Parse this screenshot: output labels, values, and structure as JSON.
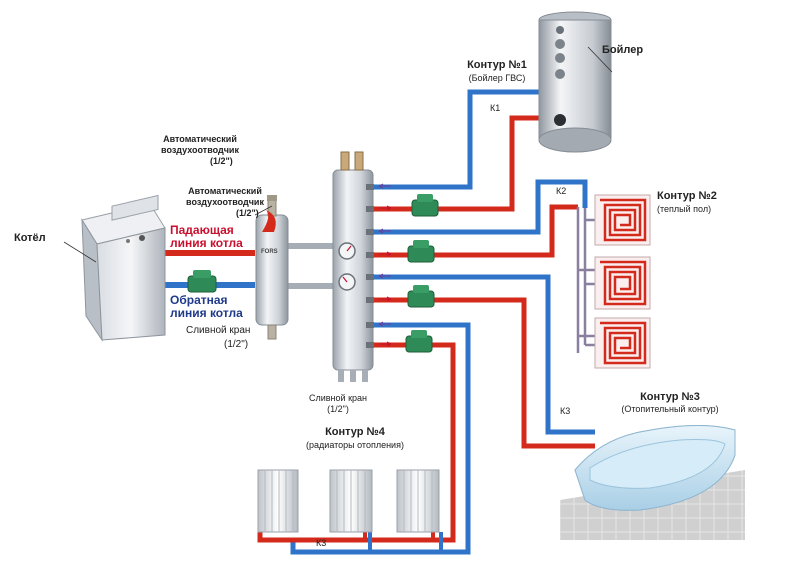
{
  "boiler_unit": {
    "name": "Котёл",
    "supply_line": [
      "Падающая",
      "линия котла"
    ],
    "return_line": [
      "Обратная",
      "линия котла"
    ]
  },
  "air_vents": {
    "top": [
      "Автоматический",
      "воздухоотводчик",
      "(1/2\")"
    ],
    "second": [
      "Автоматический",
      "воздухоотводчик",
      "(1/2\")"
    ]
  },
  "drain_valves": {
    "separator": [
      "Сливной кран",
      "(1/2\")"
    ],
    "manifold": [
      "Сливной кран",
      "(1/2\")"
    ]
  },
  "separator_brand": "FORS",
  "circuits": {
    "c1": {
      "title": "Контур №1",
      "subtitle": "(Бойлер ГВС)",
      "pipe_tag": "К1"
    },
    "tank": {
      "name": "Бойлер"
    },
    "c2": {
      "title": "Контур №2",
      "subtitle": "(теплый пол)",
      "pipe_tag": "К2"
    },
    "c3": {
      "title": "Контур №3",
      "subtitle": "(Отопительный контур)",
      "pipe_tag": "К3"
    },
    "c4": {
      "title": "Контур №4",
      "subtitle": "(радиаторы отопления)",
      "pipe_tag": "К3"
    }
  },
  "colors": {
    "supply": "#d42a1c",
    "return": "#2f74c9",
    "metal": "#c7ccd2",
    "pump": "#2e8b57"
  }
}
